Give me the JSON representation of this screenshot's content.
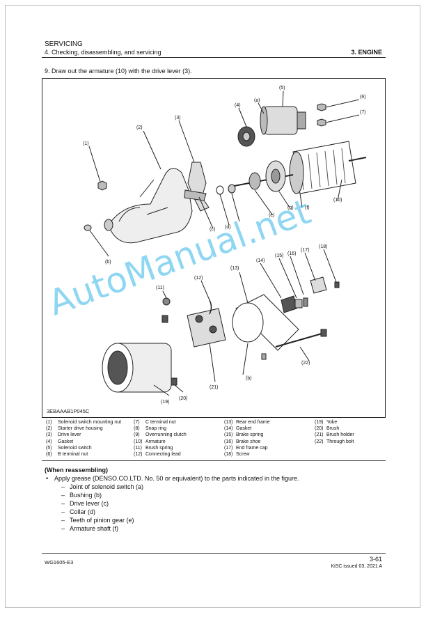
{
  "header": {
    "section": "SERVICING",
    "subsection": "4. Checking, disassembling, and servicing",
    "chapter": "3. ENGINE"
  },
  "step": "9.  Draw out the armature (10) with the drive lever (3).",
  "figure": {
    "id": "3EBAAAB1P045C",
    "callouts": [
      "(1)",
      "(2)",
      "(3)",
      "(4)",
      "(a)",
      "(5)",
      "(6)",
      "(7)",
      "(10)",
      "(f)",
      "(g)",
      "(e)",
      "(d)",
      "(c)",
      "(b)",
      "(b)",
      "(11)",
      "(12)",
      "(13)",
      "(14)",
      "(15)",
      "(16)",
      "(17)",
      "(18)",
      "(19)",
      "(20)",
      "(21)",
      "(22)",
      "(b)"
    ]
  },
  "legend": [
    [
      [
        "(1)",
        "Solenoid switch mounting nut"
      ],
      [
        "(2)",
        "Starter drive housing"
      ],
      [
        "(3)",
        "Drive lever"
      ],
      [
        "(4)",
        "Gasket"
      ],
      [
        "(5)",
        "Solenoid switch"
      ],
      [
        "(6)",
        "B terminal nut"
      ]
    ],
    [
      [
        "(7)",
        "C terminal nut"
      ],
      [
        "(8)",
        "Snap ring"
      ],
      [
        "(9)",
        "Overrunning clutch"
      ],
      [
        "(10)",
        "Armature"
      ],
      [
        "(11)",
        "Brush spring"
      ],
      [
        "(12)",
        "Connecting lead"
      ]
    ],
    [
      [
        "(13)",
        "Rear end frame"
      ],
      [
        "(14)",
        "Gasket"
      ],
      [
        "(15)",
        "Brake spring"
      ],
      [
        "(16)",
        "Brake shoe"
      ],
      [
        "(17)",
        "End frame cap"
      ],
      [
        "(18)",
        "Screw"
      ]
    ],
    [
      [
        "(19)",
        "Yoke"
      ],
      [
        "(20)",
        "Brush"
      ],
      [
        "(21)",
        "Brush holder"
      ],
      [
        "(22)",
        "Through bolt"
      ]
    ]
  ],
  "reassembly": {
    "title": "(When reassembling)",
    "bullet": "Apply grease (DENSO.CO.LTD. No. 50 or equivalent) to the parts indicated in the figure.",
    "items": [
      "Joint of solenoid switch (a)",
      "Bushing (b)",
      "Drive lever (c)",
      "Collar (d)",
      "Teeth of pinion gear (e)",
      "Armature shaft (f)"
    ]
  },
  "footer": {
    "code": "WG1605-E3",
    "page": "3-61",
    "issue": "KiSC issued 03, 2021 A"
  },
  "watermark": "AutoManual.net"
}
